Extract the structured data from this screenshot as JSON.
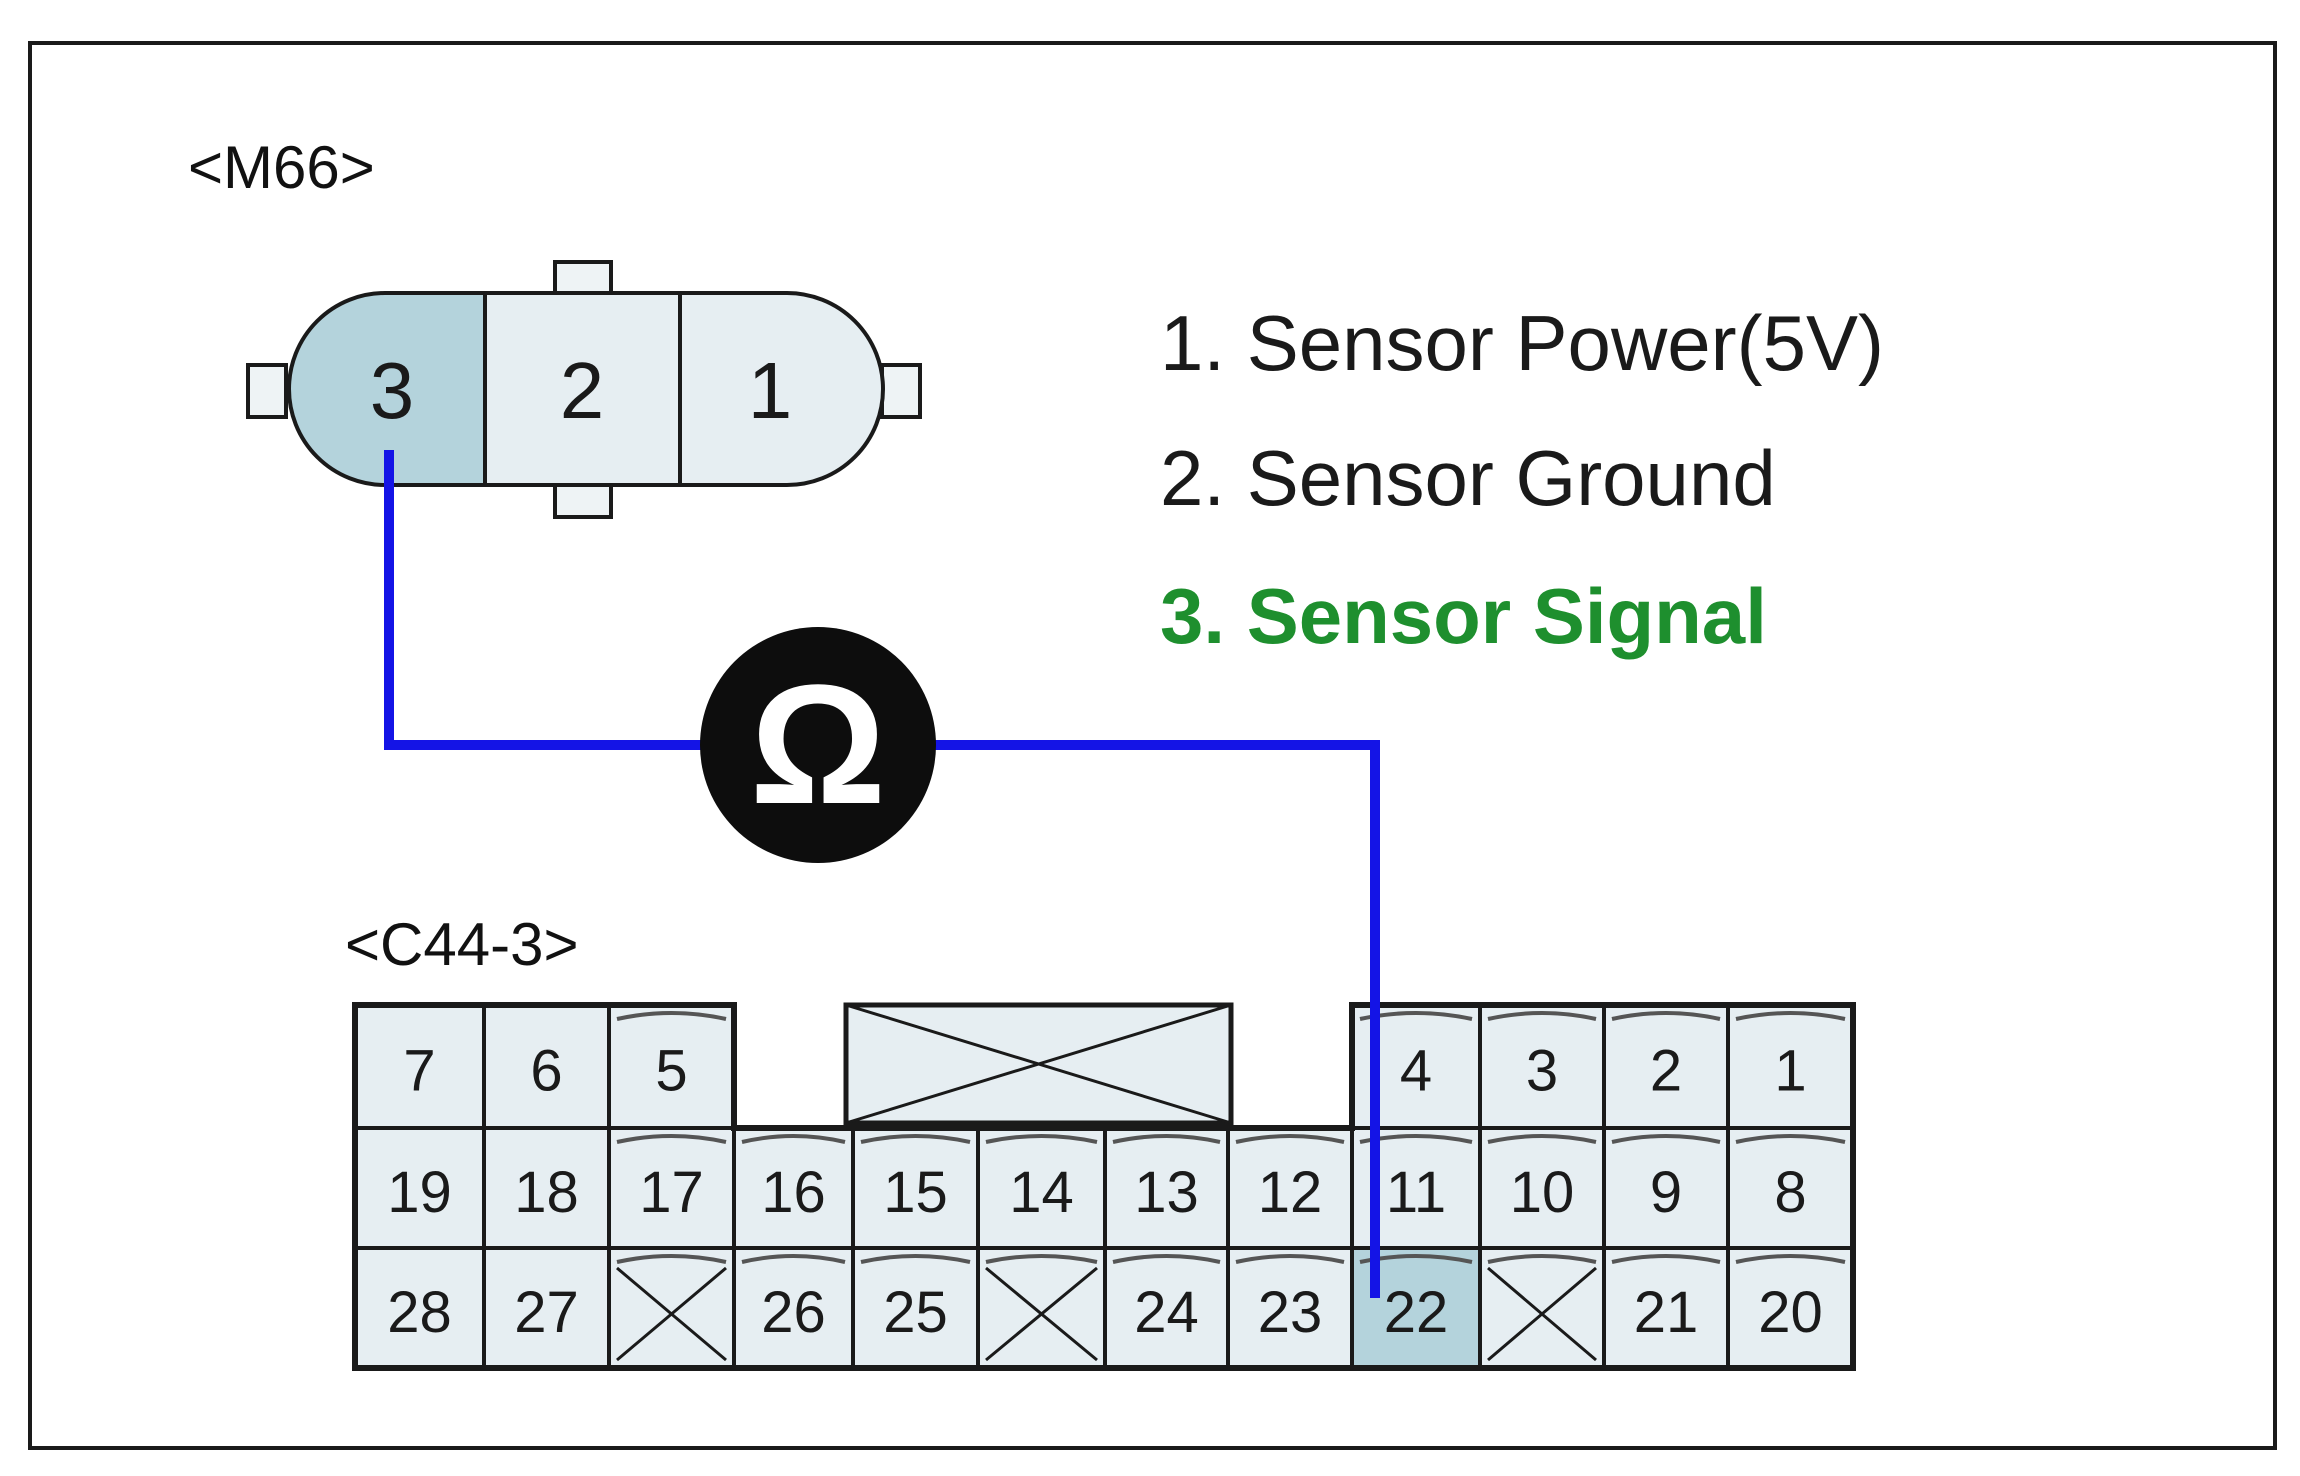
{
  "connectors": {
    "m66": {
      "name": "<M66>",
      "pins": [
        "3",
        "2",
        "1"
      ],
      "highlighted_pin": "3"
    },
    "c44": {
      "name": "<C44-3>",
      "rows": [
        [
          "7",
          "6",
          "5",
          "",
          "",
          "",
          "",
          "",
          "4",
          "3",
          "2",
          "1"
        ],
        [
          "19",
          "18",
          "17",
          "16",
          "15",
          "14",
          "13",
          "12",
          "11",
          "10",
          "9",
          "8"
        ],
        [
          "28",
          "27",
          "",
          "26",
          "25",
          "",
          "24",
          "23",
          "22",
          "",
          "21",
          "20"
        ]
      ],
      "highlighted_pin": "22"
    }
  },
  "legend": [
    {
      "text": "1. Sensor Power(5V)",
      "color": "#1a1a1a"
    },
    {
      "text": "2. Sensor Ground",
      "color": "#1a1a1a"
    },
    {
      "text": "3. Sensor Signal",
      "color": "#1e8f2e"
    }
  ],
  "meter": {
    "symbol": "Ω",
    "icon": "ohmmeter-icon"
  },
  "colors": {
    "wire": "#1414e6",
    "highlight_fill": "#b4d3dc",
    "cell_fill": "#e6eef2",
    "outline": "#1a1a1a"
  }
}
